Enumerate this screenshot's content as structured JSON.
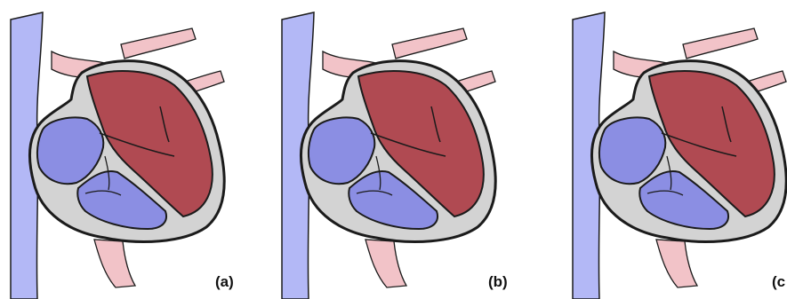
{
  "figure": {
    "panels": [
      {
        "label": "(a)"
      },
      {
        "label": "(b)"
      },
      {
        "label": "(c"
      }
    ]
  },
  "colors": {
    "vena_cava": "#b3b8f6",
    "right_chambers": "#8b8ee3",
    "left_chambers": "#b04a52",
    "arteries": "#f2c3c8",
    "wall": "#d3d3d3",
    "outline": "#1b1b1b"
  },
  "icons": [
    "heart-cross-section-illustration"
  ]
}
